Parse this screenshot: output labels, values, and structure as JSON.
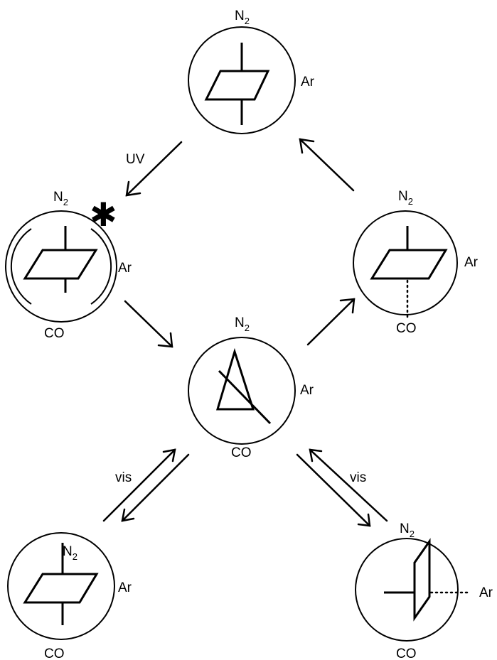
{
  "states": {
    "top": {
      "molecule": "N",
      "subscript": "2",
      "host": "Ar"
    },
    "excited": {
      "molecule": "N",
      "subscript": "2",
      "host": "Ar",
      "bottom": "CO",
      "star": "✱"
    },
    "right": {
      "molecule": "N",
      "subscript": "2",
      "host": "Ar",
      "bottom": "CO"
    },
    "center": {
      "molecule": "N",
      "subscript": "2",
      "host": "Ar",
      "bottom": "CO"
    },
    "bottom_left": {
      "molecule": "N",
      "subscript": "2",
      "host": "Ar",
      "bottom": "CO"
    },
    "bottom_right": {
      "molecule": "N",
      "subscript": "2",
      "host": "Ar",
      "bottom": "CO"
    }
  },
  "arrows": {
    "uv": "UV",
    "vis_left": "vis",
    "vis_right": "vis"
  }
}
